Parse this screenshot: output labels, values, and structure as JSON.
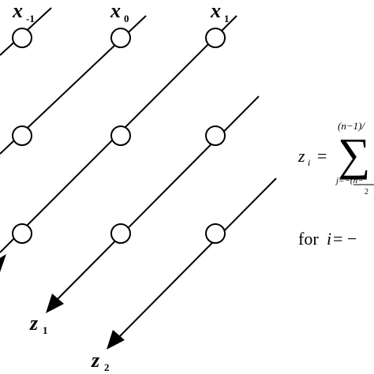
{
  "colors": {
    "stroke": "#000000",
    "background": "#ffffff"
  },
  "labels": {
    "x_m1": "x",
    "x_m1_sub": "-1",
    "x_0": "x",
    "x_0_sub": "0",
    "x_1": "x",
    "x_1_sub": "1",
    "z_1": "z",
    "z_1_sub": "1",
    "z_2": "z",
    "z_2_sub": "2"
  },
  "equation": {
    "lhs": "z",
    "lhs_sub": "i",
    "equals": "=",
    "sum_symbol": "∑",
    "upper_limit": "(n−1)/",
    "lower_limit": "j=−(n−",
    "lower_limit_den": "2"
  },
  "for_clause": {
    "text": "for ",
    "var": "i",
    "rest": " = −"
  }
}
